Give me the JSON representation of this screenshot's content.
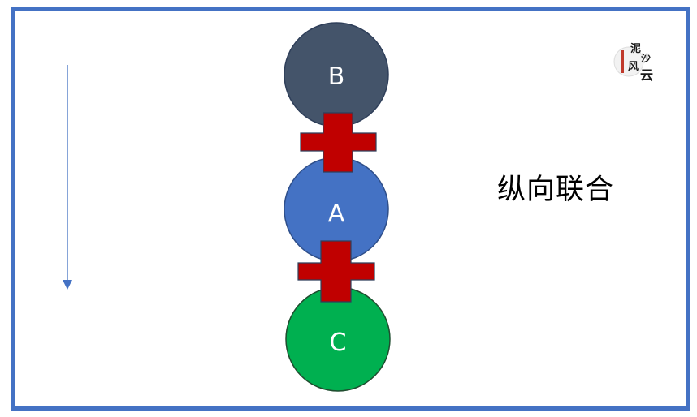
{
  "nodes": [
    {
      "id": "B",
      "label": "B",
      "color": "#44546A"
    },
    {
      "id": "A",
      "label": "A",
      "color": "#4472C4"
    },
    {
      "id": "C",
      "label": "C",
      "color": "#00B050"
    }
  ],
  "connector_color": "#C00000",
  "frame_color": "#4472C4",
  "arrow_color": "#4472C4",
  "caption": "纵向联合",
  "logo": {
    "chars": [
      "泥",
      "沙",
      "风",
      "云"
    ]
  }
}
